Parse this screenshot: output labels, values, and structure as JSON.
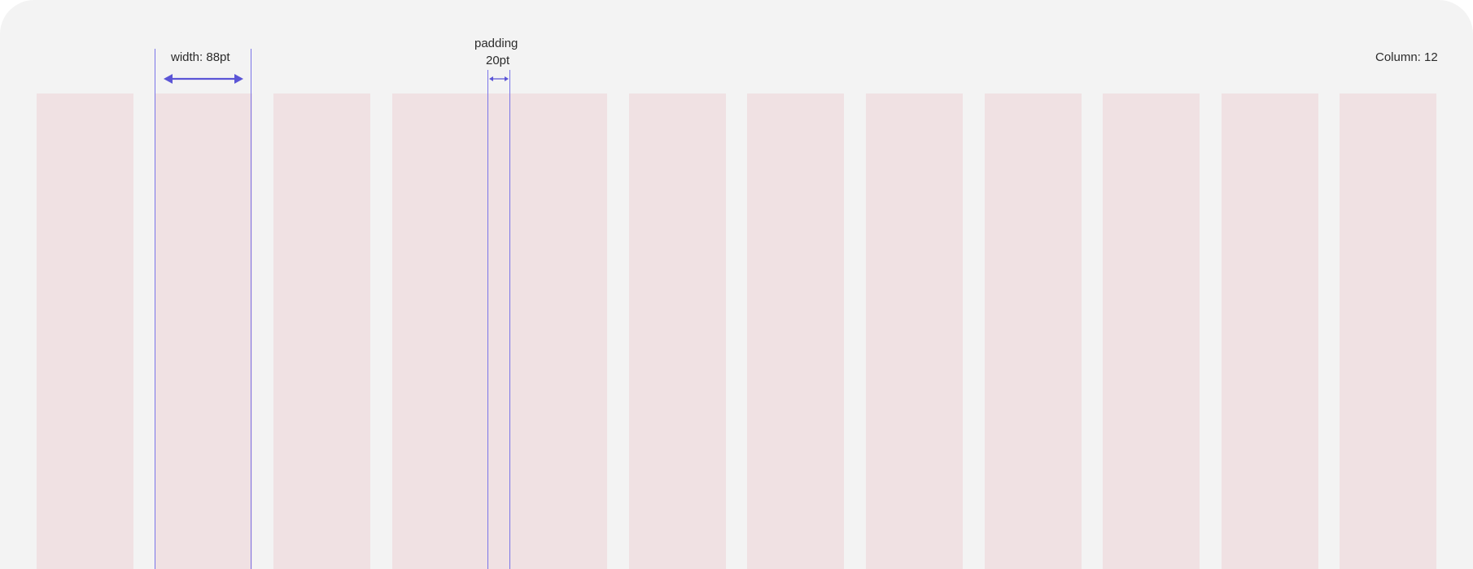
{
  "grid": {
    "column_count": 12,
    "column_label": "Column: 12",
    "width_label": "width: 88pt",
    "padding_label_line1": "padding",
    "padding_label_line2": "20pt"
  },
  "colors": {
    "background": "#f3f3f3",
    "column_fill": "#f0e1e3",
    "guide_line": "#7a74e8",
    "arrow": "#5b55d6",
    "text": "#2b2b2b"
  }
}
